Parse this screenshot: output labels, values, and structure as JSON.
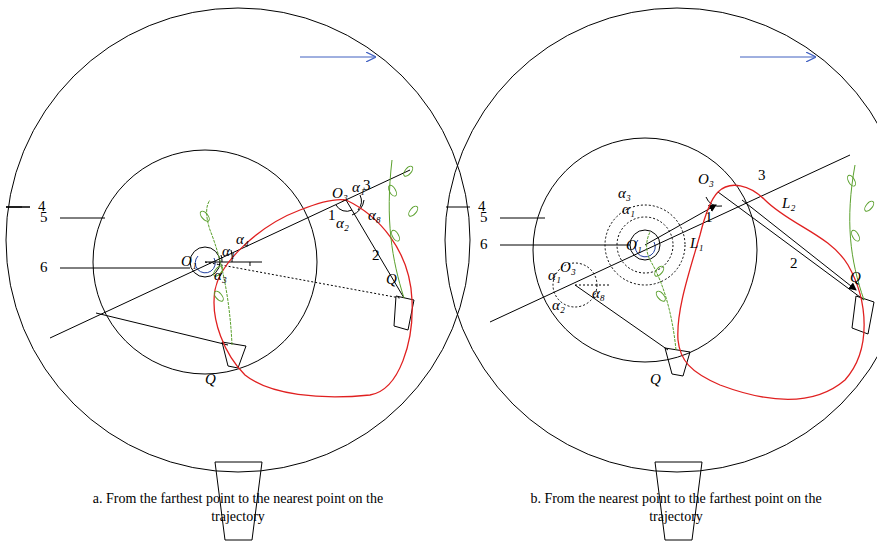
{
  "diagram": {
    "labels": [
      "4",
      "5",
      "6",
      "1",
      "3",
      "2",
      "O₁",
      "O₃",
      "α₁",
      "α₁",
      "α₂",
      "α₃",
      "α₄",
      "α₈",
      "Q",
      "Q",
      "a. From the farthest point to the nearest point on the trajectory",
      "4",
      "5",
      "6",
      "1",
      "3",
      "2",
      "O₁",
      "O₃",
      "O₃",
      "α₃",
      "α₁",
      "α₁",
      "α₈",
      "α₂",
      "L₁",
      "L₂",
      "Q",
      "Q",
      "b. From the nearest point to the farthest point on the trajectory"
    ]
  }
}
